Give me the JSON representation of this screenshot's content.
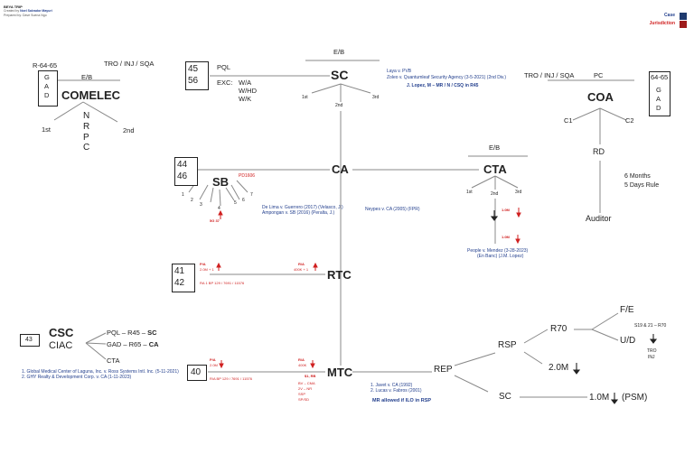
{
  "header": {
    "line1": "BEYA TRIP",
    "line2_prefix": "Created by",
    "line2_name": "Noel Salvador Mayuri",
    "line3": "Prepared by: Dave Suena Ngo"
  },
  "legend": {
    "items": [
      {
        "label": "Case",
        "color": "#1f3a6e"
      },
      {
        "label": "Jurisdiction",
        "color": "#9e1b1b"
      }
    ]
  },
  "comelec": {
    "name": "COMELEC",
    "left_label": "R-64-65",
    "right_label": "TRO / INJ / SQA",
    "top_label": "E/B",
    "gad": "G\nA\nD",
    "divisions": [
      "1st",
      "2nd"
    ],
    "nrpc": "N\nR\nP\nC"
  },
  "sc": {
    "name": "SC",
    "top_label": "E/B",
    "box": "45\n56",
    "pql": "PQL",
    "exc": "EXC:",
    "exc_items": [
      "W/A",
      "W/HD",
      "W/K"
    ],
    "divisions": [
      "1st",
      "2nd",
      "3rd"
    ],
    "case1": "Laya v. PVB",
    "case2": "Zoleo v. Quantumleaf Security Agency (3-5-2021) (2nd Div.)",
    "case3": "J. Lopez, M – MR / N / CSQ in R45",
    "right_label": "TRO / INJ / SQA"
  },
  "coa": {
    "name": "COA",
    "top_label": "PC",
    "box": "64-65",
    "gad": "G\nA\nD",
    "clusters": [
      "C1",
      "C2"
    ],
    "rd": "RD",
    "auditor": "Auditor",
    "rule1": "6 Months",
    "rule2": "5 Days Rule"
  },
  "ca": {
    "name": "CA"
  },
  "sb": {
    "name": "SB",
    "box": "44\n46",
    "pd": "PD1606",
    "divisions": [
      "1",
      "2",
      "3",
      "4",
      "5",
      "6",
      "7"
    ],
    "case1": "De Lima v. Guerrero (2017) (Velasco, J.)",
    "case2": "Ampongan v. SB (2016) (Peralta, J.)",
    "amount": "5G 37"
  },
  "cta": {
    "name": "CTA",
    "top_label": "E/B",
    "divisions": [
      "1st",
      "2nd",
      "3rd"
    ],
    "amount1": "1.0M",
    "amount2": "1.0M",
    "case1": "People v. Mendez (3-28-2023)",
    "case2": "(En Banc) (J.M. Lopez)"
  },
  "neypes": "Neypes v. CA (2005) (FPR)",
  "rtc": {
    "name": "RTC",
    "box": "41\n42",
    "pa_label": "P/A",
    "pa_value": "2.0M + 1",
    "ra_label": "R/A",
    "ra_value": "400K + 1",
    "law": "RA 1 BP 129 / 7691 / 11576"
  },
  "csc": {
    "name": "CSC",
    "sub": "CIAC",
    "box": "43",
    "items": [
      {
        "text": "PQL – R45 – ",
        "bold": "SC"
      },
      {
        "text": "GAD – R65 – ",
        "bold": "CA"
      },
      {
        "text": "CTA",
        "bold": ""
      }
    ],
    "case1": "1. Global Medical Center of Laguna, Inc. v. Ross Systems Intl. Inc. (5-11-2021)",
    "case2": "2. GHY Realty & Development Corp. v. CA (1-11-2023)"
  },
  "mtc": {
    "name": "MTC",
    "box": "40",
    "pa_label": "P/A",
    "pa_value": "2.0M",
    "ra_label": "R/A",
    "ra_value": "400K",
    "law": "R/A BP 129 / 7691 / 11576",
    "sub_items": [
      "$1, RB",
      "BV – CMA",
      "2V – NR",
      "SSP",
      "SP/SD"
    ]
  },
  "rep": {
    "name": "REP",
    "case1": "1. Javet v. CA (1992)",
    "case2": "2. Lucas v. Fabros (2001)",
    "note": "MR allowed if ILO in RSP"
  },
  "rsp": {
    "name": "RSP",
    "r70": "R70",
    "fe": "F/E",
    "ud": "U/D",
    "amount": "2.0M",
    "s19": "S19 & 21 – R70",
    "tro": "TRO",
    "inj": "INJ"
  },
  "sc_small": {
    "name": "SC",
    "amount": "1.0M",
    "psm": "(PSM)"
  }
}
